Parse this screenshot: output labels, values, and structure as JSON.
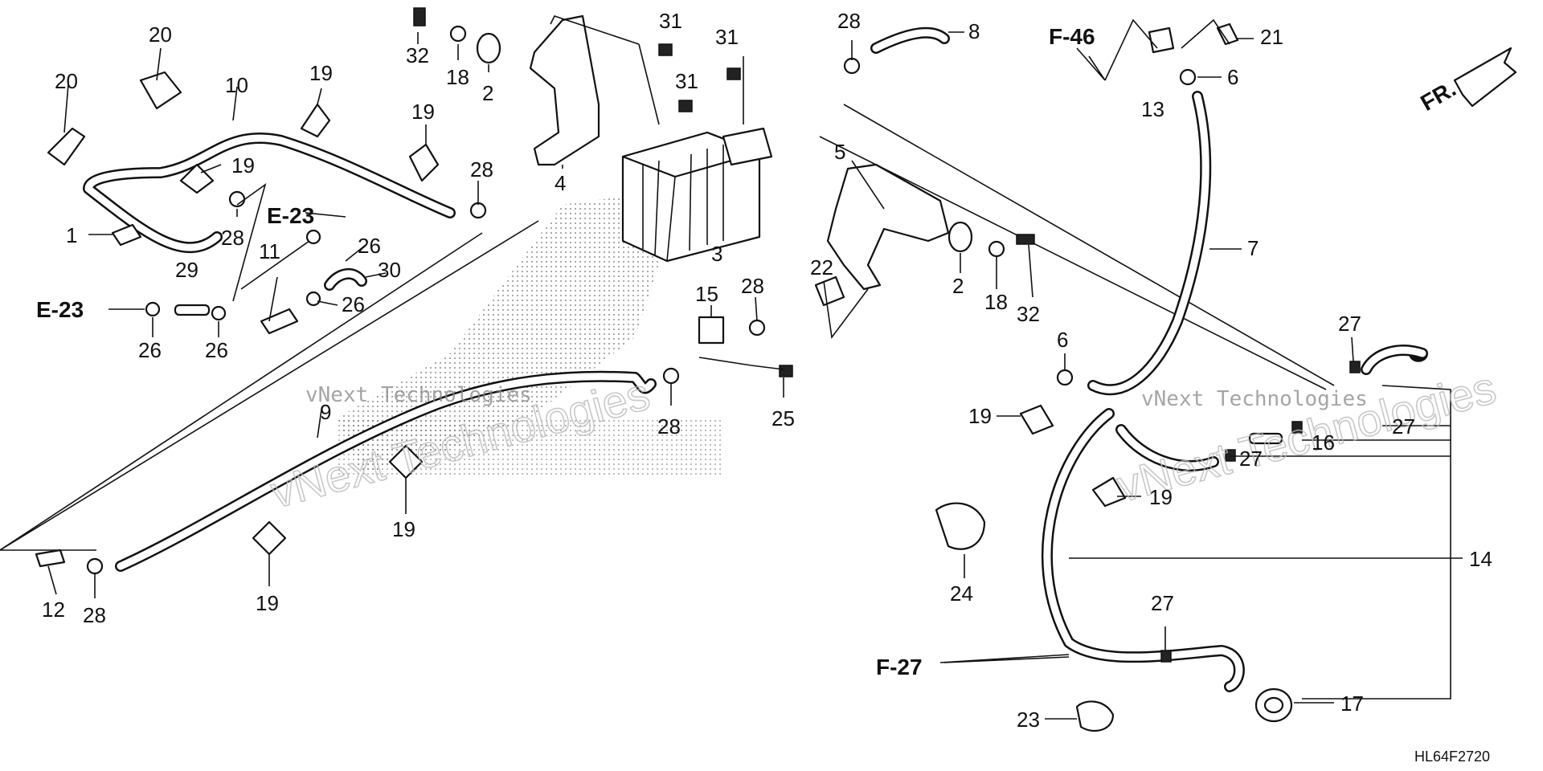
{
  "diagram": {
    "diagram_code": "HL64F2720",
    "direction_label": "FR.",
    "watermark_text": "vNext Technologies",
    "cross_refs": [
      {
        "id": "xr1",
        "text": "F-46"
      },
      {
        "id": "xr2",
        "text": "E-23"
      },
      {
        "id": "xr3",
        "text": "E-23"
      },
      {
        "id": "xr4",
        "text": "F-27"
      }
    ],
    "callouts": [
      {
        "id": "c01",
        "text": "20"
      },
      {
        "id": "c02",
        "text": "20"
      },
      {
        "id": "c03",
        "text": "10"
      },
      {
        "id": "c04",
        "text": "19"
      },
      {
        "id": "c05",
        "text": "19"
      },
      {
        "id": "c06",
        "text": "19"
      },
      {
        "id": "c07",
        "text": "1"
      },
      {
        "id": "c08",
        "text": "28"
      },
      {
        "id": "c09",
        "text": "28"
      },
      {
        "id": "c10",
        "text": "32"
      },
      {
        "id": "c11",
        "text": "18"
      },
      {
        "id": "c12",
        "text": "2"
      },
      {
        "id": "c13",
        "text": "4"
      },
      {
        "id": "c14",
        "text": "31"
      },
      {
        "id": "c15",
        "text": "31"
      },
      {
        "id": "c16",
        "text": "31"
      },
      {
        "id": "c17",
        "text": "3"
      },
      {
        "id": "c18",
        "text": "28"
      },
      {
        "id": "c19",
        "text": "8"
      },
      {
        "id": "c20",
        "text": "13"
      },
      {
        "id": "c21",
        "text": "6"
      },
      {
        "id": "c22",
        "text": "21"
      },
      {
        "id": "c23",
        "text": "26"
      },
      {
        "id": "c24",
        "text": "30"
      },
      {
        "id": "c25",
        "text": "29"
      },
      {
        "id": "c26",
        "text": "11"
      },
      {
        "id": "c27",
        "text": "26"
      },
      {
        "id": "c28",
        "text": "26"
      },
      {
        "id": "c29",
        "text": "26"
      },
      {
        "id": "c30",
        "text": "5"
      },
      {
        "id": "c31",
        "text": "2"
      },
      {
        "id": "c32",
        "text": "18"
      },
      {
        "id": "c33",
        "text": "32"
      },
      {
        "id": "c34",
        "text": "7"
      },
      {
        "id": "c35",
        "text": "22"
      },
      {
        "id": "c36",
        "text": "15"
      },
      {
        "id": "c37",
        "text": "28"
      },
      {
        "id": "c38",
        "text": "25"
      },
      {
        "id": "c39",
        "text": "28"
      },
      {
        "id": "c40",
        "text": "9"
      },
      {
        "id": "c41",
        "text": "19"
      },
      {
        "id": "c42",
        "text": "19"
      },
      {
        "id": "c43",
        "text": "12"
      },
      {
        "id": "c44",
        "text": "28"
      },
      {
        "id": "c45",
        "text": "6"
      },
      {
        "id": "c46",
        "text": "19"
      },
      {
        "id": "c47",
        "text": "27"
      },
      {
        "id": "c48",
        "text": "27"
      },
      {
        "id": "c49",
        "text": "16"
      },
      {
        "id": "c50",
        "text": "27"
      },
      {
        "id": "c51",
        "text": "19"
      },
      {
        "id": "c52",
        "text": "14"
      },
      {
        "id": "c53",
        "text": "24"
      },
      {
        "id": "c54",
        "text": "27"
      },
      {
        "id": "c55",
        "text": "23"
      },
      {
        "id": "c56",
        "text": "17"
      }
    ]
  }
}
